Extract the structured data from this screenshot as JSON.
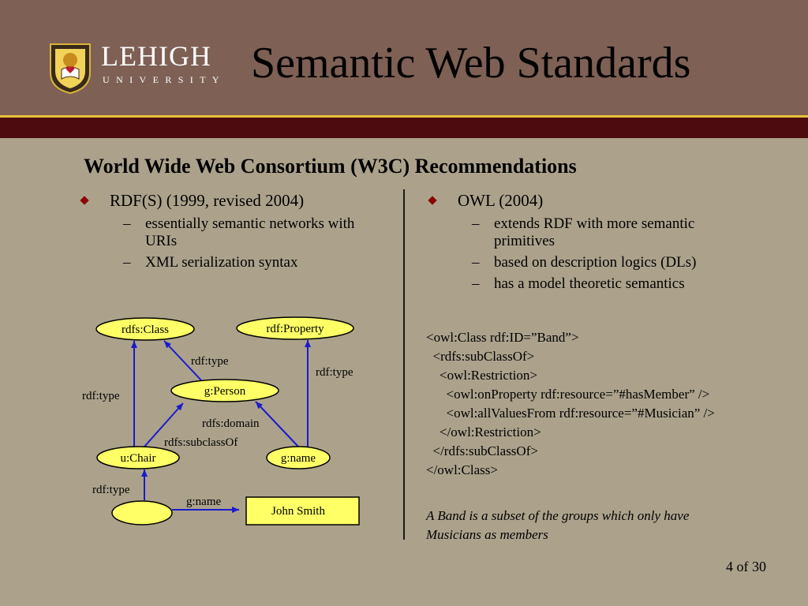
{
  "header": {
    "title": "Semantic Web Standards",
    "logo_name": "LEHIGH",
    "logo_sub": "UNIVERSITY"
  },
  "subtitle": "World Wide Web Consortium (W3C) Recommendations",
  "left": {
    "bullet": "RDF(S) (1999, revised 2004)",
    "items": [
      "essentially semantic networks with",
      "URIs",
      "XML serialization syntax"
    ]
  },
  "right": {
    "bullet": "OWL (2004)",
    "items": [
      "extends RDF with more semantic",
      "primitives",
      "based on description logics (DLs)",
      "has a model theoretic semantics"
    ]
  },
  "diagram": {
    "nodes": {
      "rdfs_class": "rdfs:Class",
      "rdf_property": "rdf:Property",
      "g_person": "g:Person",
      "u_chair": "u:Chair",
      "g_name": "g:name",
      "john_smith": "John Smith"
    },
    "edges": {
      "type_person_class": "rdf:type",
      "type_name_property": "rdf:type",
      "type_chair_class": "rdf:type",
      "domain": "rdfs:domain",
      "subclass": "rdfs:subclassOf",
      "type_blank_chair": "rdf:type",
      "name_blank_john": "g:name"
    }
  },
  "code_lines": [
    "<owl:Class rdf:ID=”Band”>",
    "  <rdfs:subClassOf>",
    "    <owl:Restriction>",
    "      <owl:onProperty rdf:resource=”#hasMember” />",
    "      <owl:allValuesFrom rdf:resource=”#Musician” />",
    "    </owl:Restriction>",
    "  </rdfs:subClassOf>",
    "</owl:Class>"
  ],
  "caption": [
    "A Band is a subset of the groups which only have",
    "Musicians as members"
  ],
  "page_number": "4 of 30",
  "colors": {
    "background": "#aca28c",
    "header": "#7e6054",
    "maroon_bar": "#4d0b10",
    "gold_line": "#e6c23a",
    "node_fill": "#ffff66",
    "arrow": "#1a1acc",
    "bullet": "#8b0000"
  }
}
